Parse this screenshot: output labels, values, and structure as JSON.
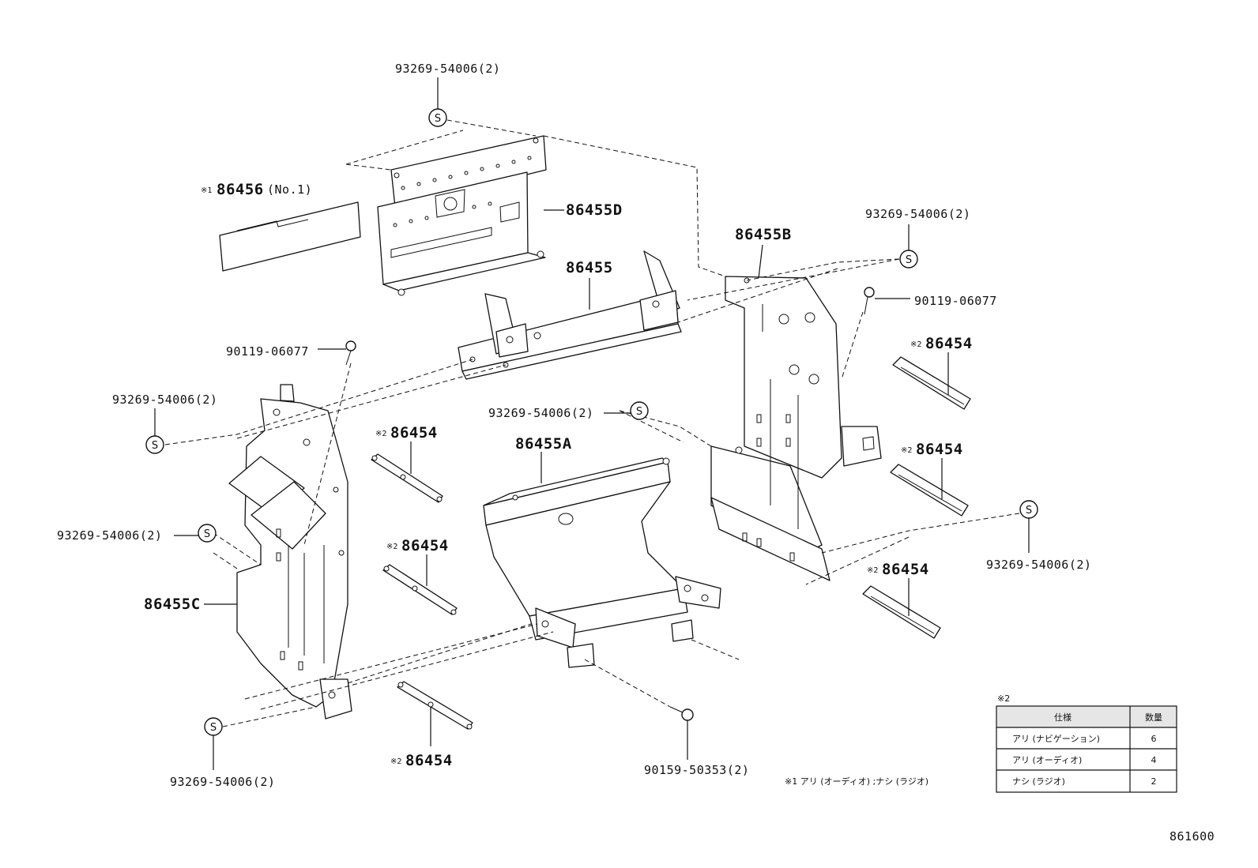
{
  "diagram_id": "861600",
  "labels": {
    "top_fastener": "93269-54006(2)",
    "n86456_prefix": "※1",
    "n86456_num": "86456",
    "n86456_suffix": "(No.1)",
    "n86455D": "86455D",
    "n86455": "86455",
    "n86455B": "86455B",
    "right_top_fastener": "93269-54006(2)",
    "right_bolt": "90119-06077",
    "left_bolt": "90119-06077",
    "left_fastener_1": "93269-54006(2)",
    "center_fastener": "93269-54006(2)",
    "n86455A": "86455A",
    "left_fastener_2": "93269-54006(2)",
    "n86455C": "86455C",
    "right_mid_fastener": "93269-54006(2)",
    "bottom_left_fastener": "93269-54006(2)",
    "bottom_bolt": "90159-50353(2)",
    "rail_prefix": "※2",
    "rail_num": "86454",
    "screw_symbol": "S"
  },
  "footnote_1": "※1  アリ (オーディオ) ;ナシ (ラジオ)",
  "spec_table": {
    "marker": "※2",
    "headers": [
      "仕様",
      "数量"
    ],
    "rows": [
      [
        "アリ (ナビゲーション)",
        "6"
      ],
      [
        "アリ (オーディオ)",
        "4"
      ],
      [
        "ナシ (ラジオ)",
        "2"
      ]
    ]
  }
}
